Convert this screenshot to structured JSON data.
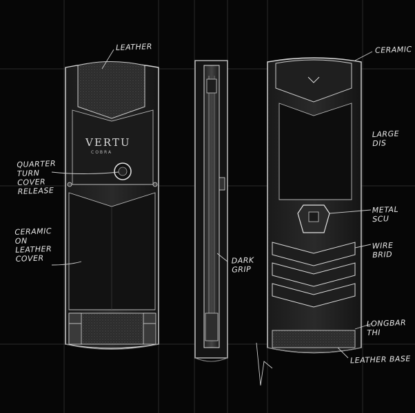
{
  "labels": {
    "leather": "Leather",
    "quarter_turn": "Quarter\nturn\ncover\nrelease",
    "ceramic_on_leather": "Ceramic\non\nleather\ncover",
    "dark_grip": "Dark\nGrip",
    "ceramic": "Ceramic",
    "large_display": "Large Dis",
    "metal_sculpture": "Metal Scu",
    "wire_bridge": "Wire Brid",
    "longbar_thin": "Longbar Thi",
    "leather_base": "Leather Base"
  },
  "brand": {
    "name": "VERTU",
    "sub": "COBRA"
  }
}
